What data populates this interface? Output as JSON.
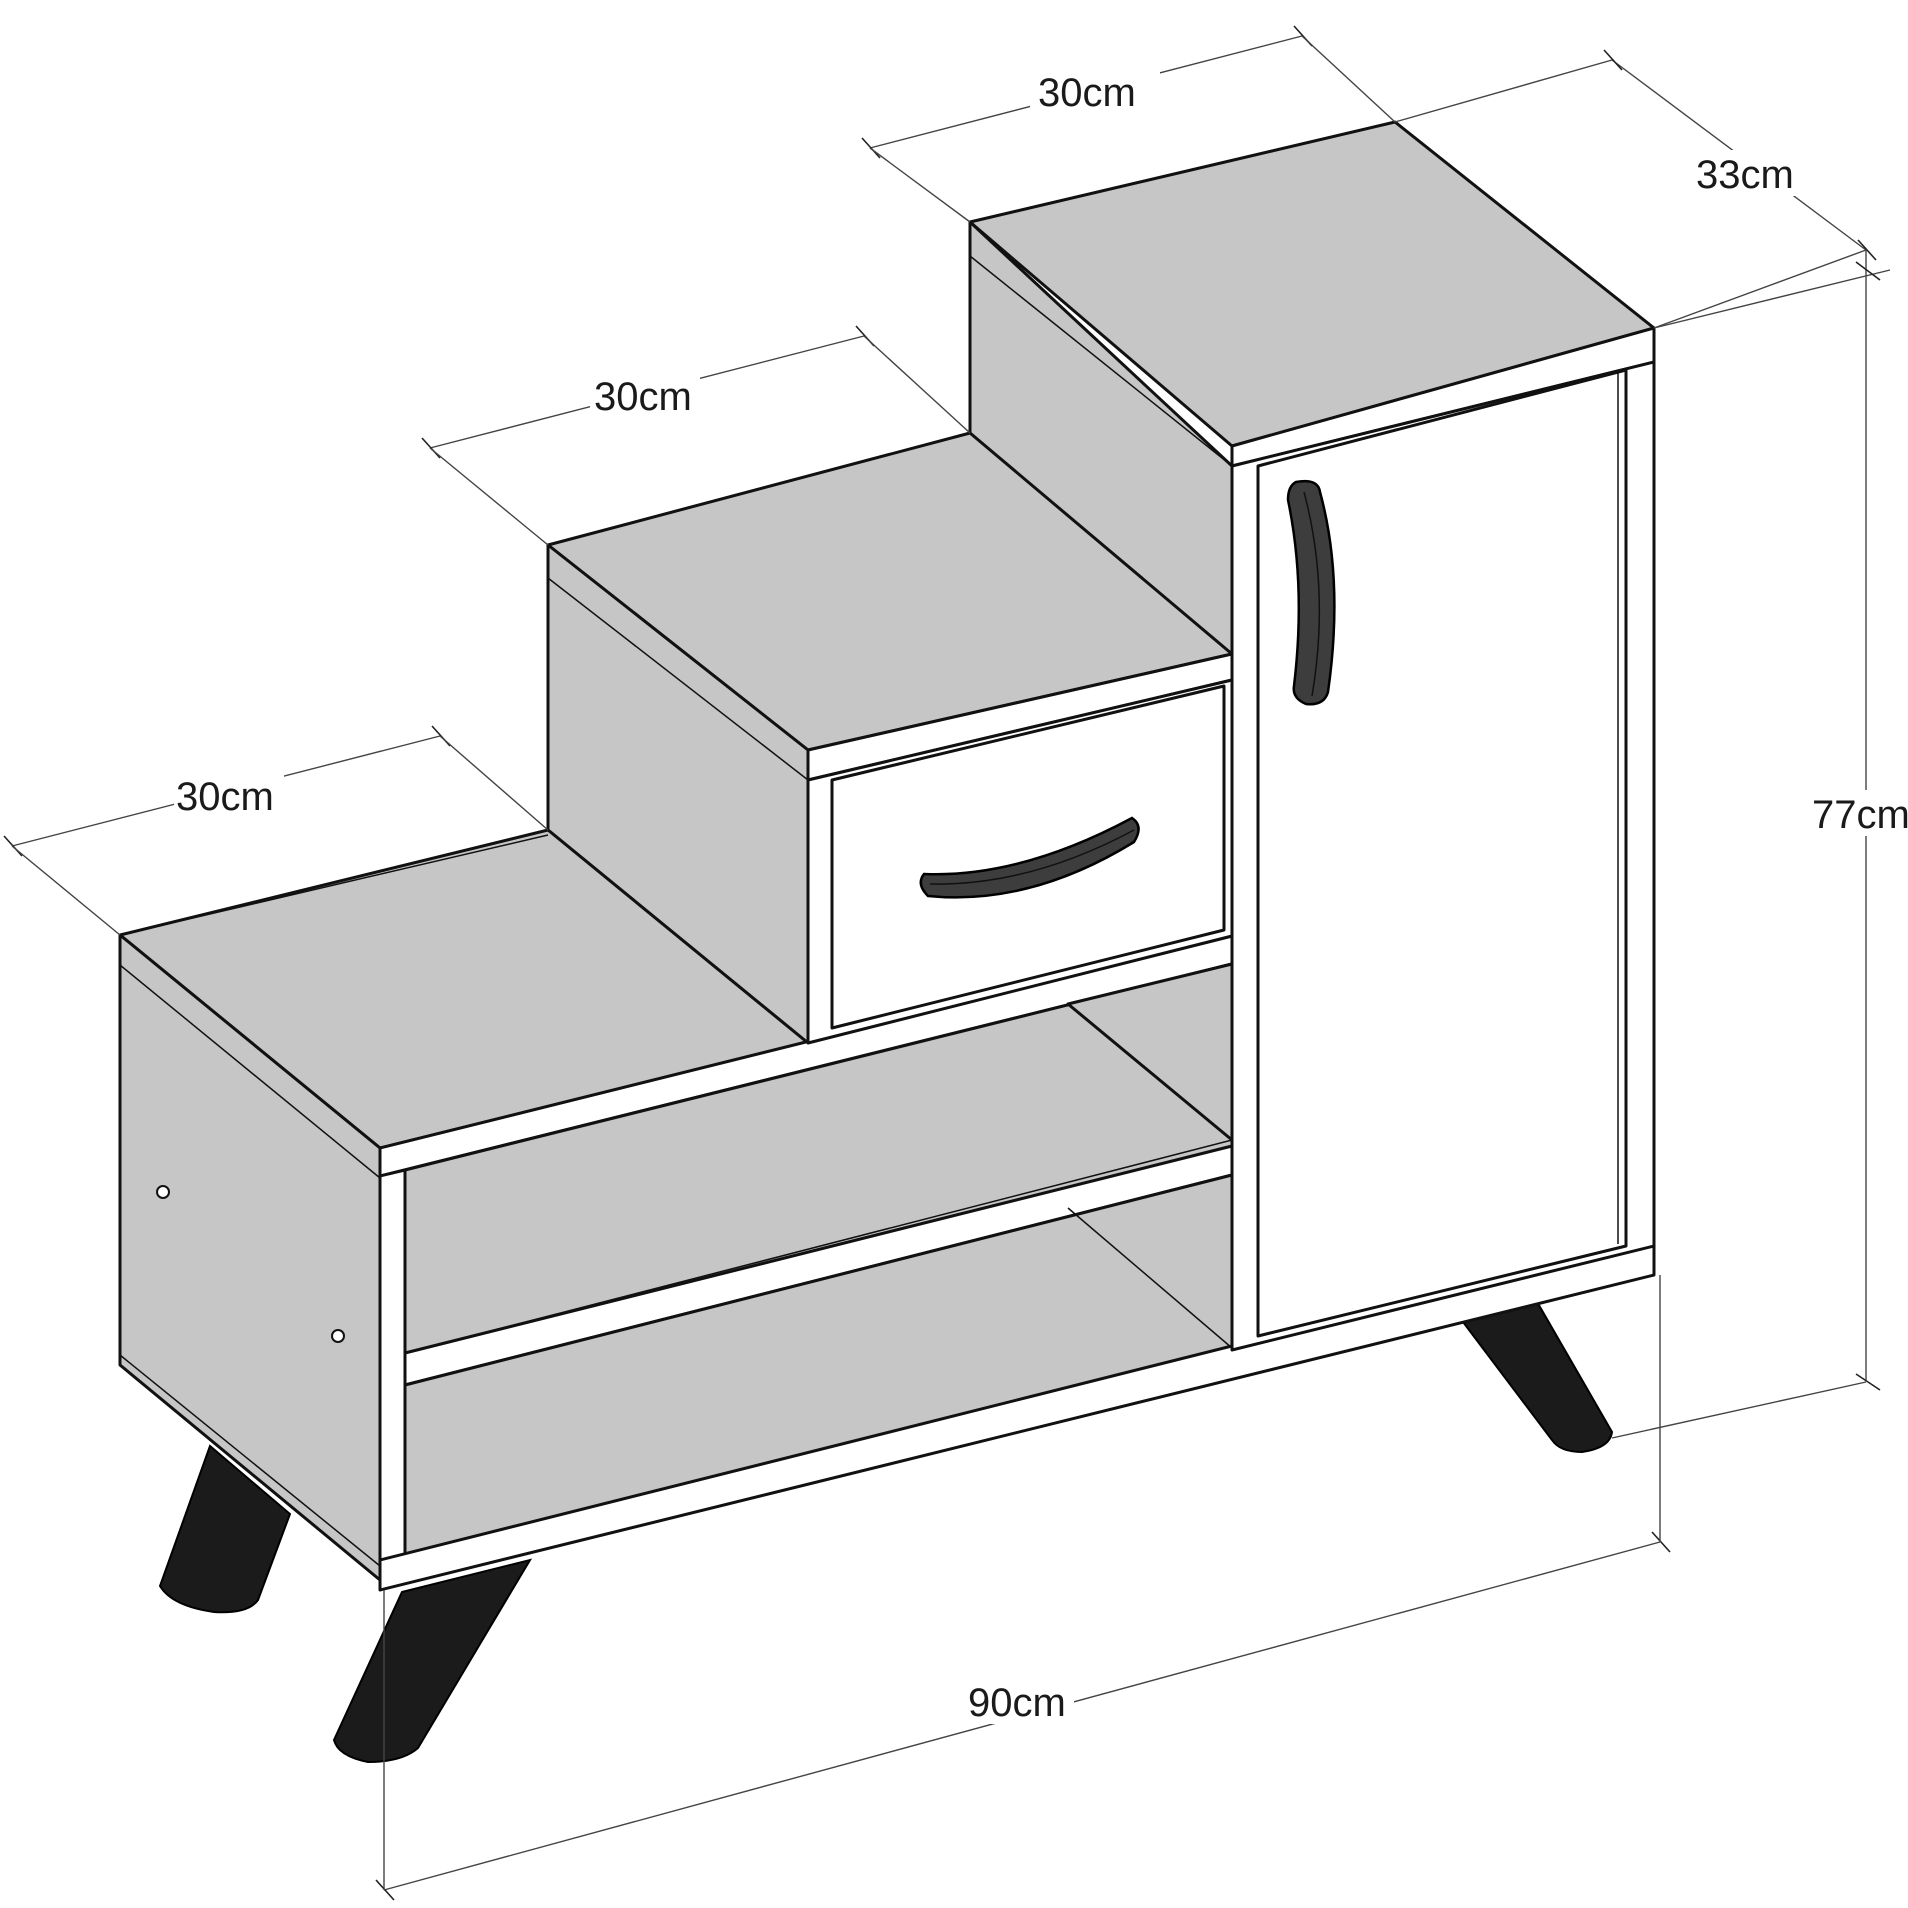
{
  "diagram": {
    "dimensions": {
      "top_right_width": "30cm",
      "middle_width": "30cm",
      "left_width": "30cm",
      "depth": "33cm",
      "height": "77cm",
      "total_width": "90cm"
    },
    "colors": {
      "panel": "#c6c6c6",
      "front": "#ffffff",
      "line": "#111111",
      "leg": "#1b1b1b"
    }
  }
}
